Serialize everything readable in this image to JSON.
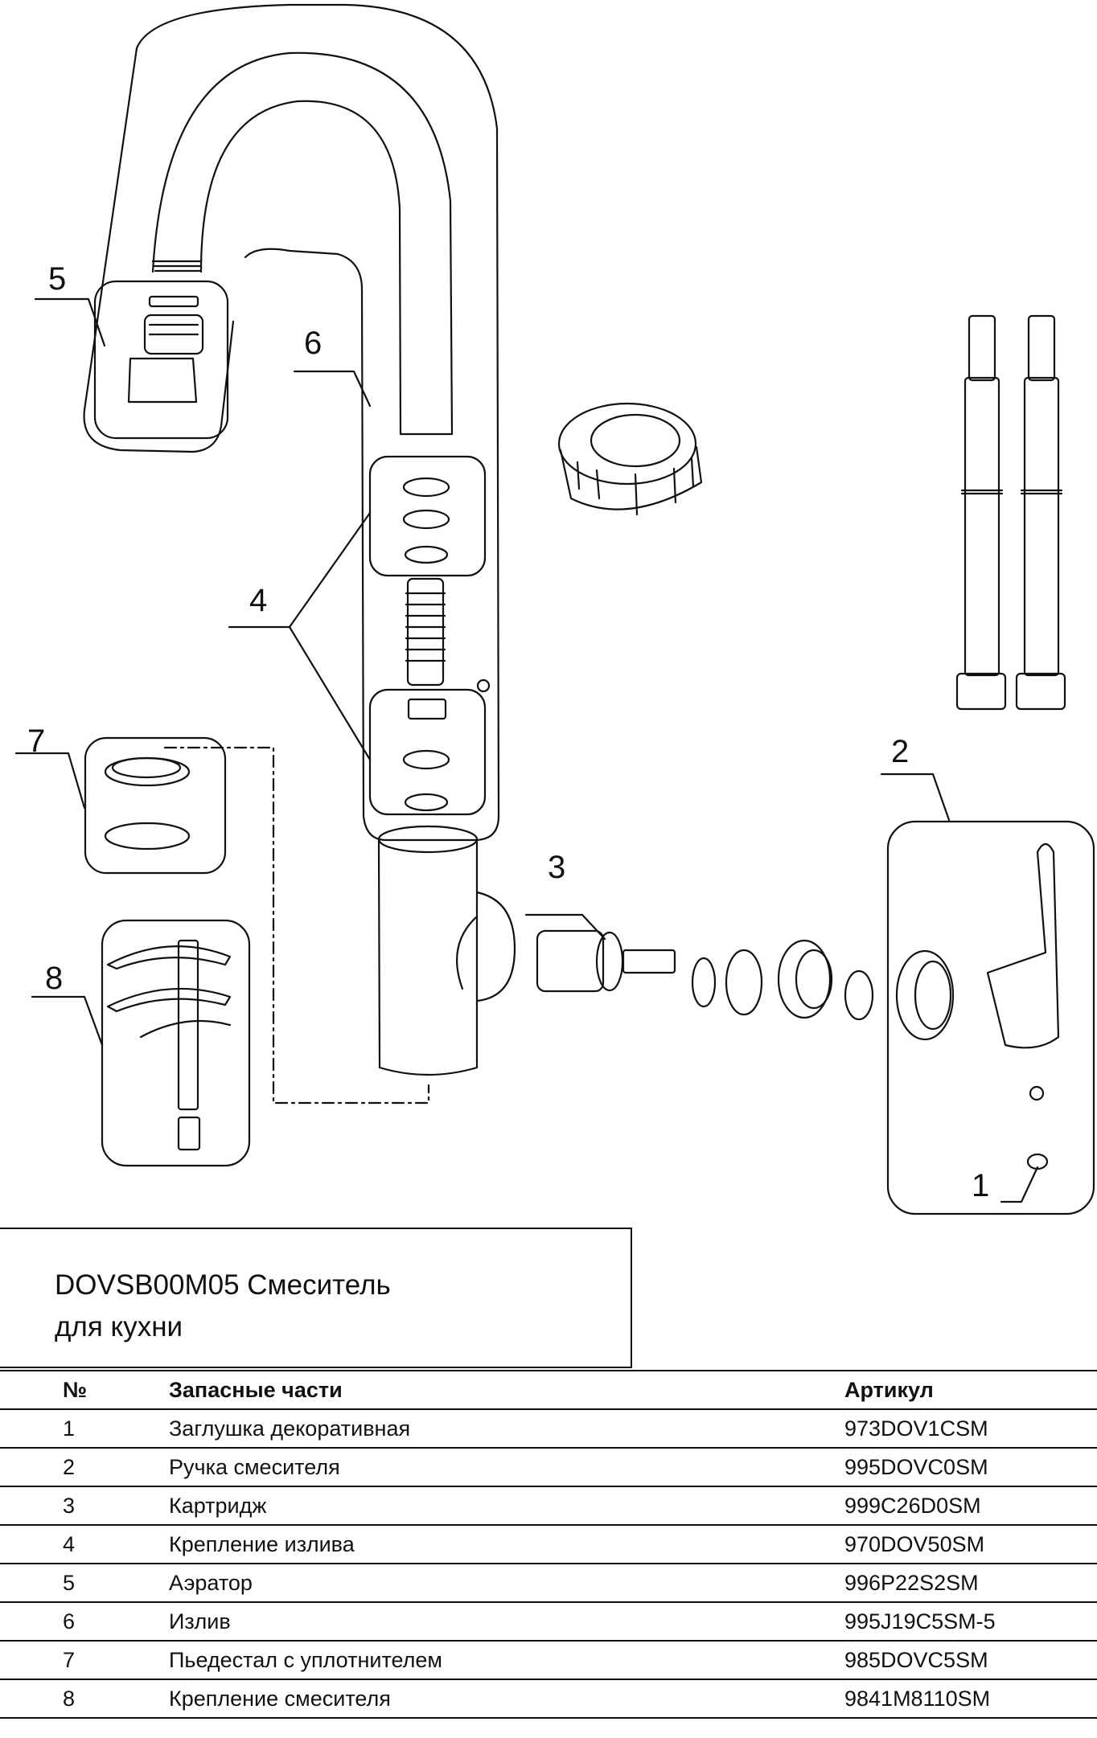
{
  "callouts": {
    "c1": "1",
    "c2": "2",
    "c3": "3",
    "c4": "4",
    "c5": "5",
    "c6": "6",
    "c7": "7",
    "c8": "8"
  },
  "title": "DOVSB00M05 Смеситель\nдля кухни",
  "table": {
    "headers": {
      "no": "№",
      "name": "Запасные части",
      "article": "Артикул"
    },
    "rows": [
      {
        "no": "1",
        "name": "Заглушка декоративная",
        "article": "973DOV1CSM"
      },
      {
        "no": "2",
        "name": "Ручка смесителя",
        "article": "995DOVC0SM"
      },
      {
        "no": "3",
        "name": "Картридж",
        "article": "999C26D0SM"
      },
      {
        "no": "4",
        "name": "Крепление излива",
        "article": "970DOV50SM"
      },
      {
        "no": "5",
        "name": "Аэратор",
        "article": "996P22S2SM"
      },
      {
        "no": "6",
        "name": "Излив",
        "article": "995J19C5SM-5"
      },
      {
        "no": "7",
        "name": "Пьедестал с уплотнителем",
        "article": "985DOVC5SM"
      },
      {
        "no": "8",
        "name": "Крепление смесителя",
        "article": "9841M8110SM"
      }
    ]
  },
  "colors": {
    "line": "#111111",
    "background": "#ffffff"
  }
}
